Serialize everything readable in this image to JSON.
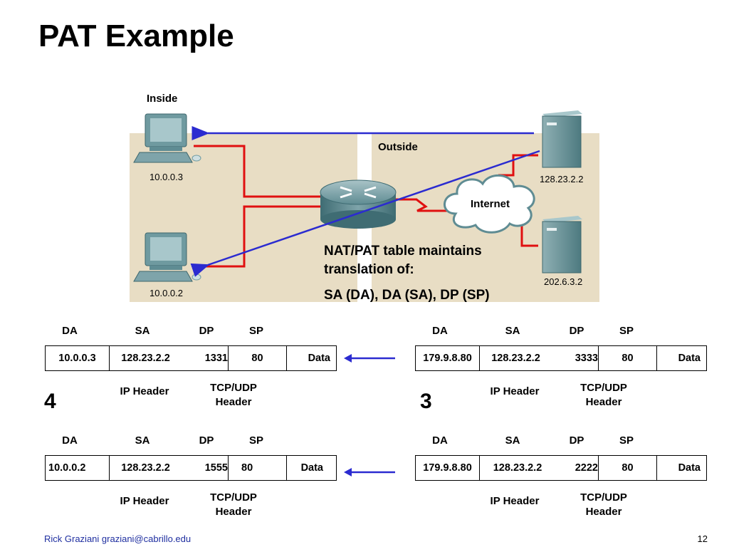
{
  "title": "PAT Example",
  "network": {
    "inside_label": "Inside",
    "outside_label": "Outside",
    "internet_label": "Internet",
    "hosts": [
      "10.0.0.3",
      "10.0.0.2"
    ],
    "servers": [
      "128.23.2.2",
      "202.6.3.2"
    ]
  },
  "note": {
    "line1": "NAT/PAT table maintains",
    "line2": "translation of:",
    "line3": "SA (DA), DA (SA), DP (SP)"
  },
  "col_headers": [
    "DA",
    "SA",
    "DP",
    "SP"
  ],
  "labels": {
    "ip_header": "IP Header",
    "tcp_udp_1": "TCP/UDP",
    "tcp_udp_2": "Header"
  },
  "steps": [
    "4",
    "3"
  ],
  "packets": {
    "left_top": [
      "10.0.0.3",
      "128.23.2.2",
      "1331",
      "80",
      "Data"
    ],
    "right_top": [
      "179.9.8.80",
      "128.23.2.2",
      "3333",
      "80",
      "Data"
    ],
    "left_bottom": [
      "10.0.0.2",
      "128.23.2.2",
      "1555",
      "80",
      "Data"
    ],
    "right_bottom": [
      "179.9.8.80",
      "128.23.2.2",
      "2222",
      "80",
      "Data"
    ]
  },
  "colors": {
    "inside_bg": "#e8ddc4",
    "link_red": "#e01010",
    "flow_blue": "#2b2bd0",
    "footer_blue": "#1f2fa0"
  },
  "footer": {
    "author": "Rick Graziani  graziani@cabrillo.edu",
    "page": "12"
  }
}
